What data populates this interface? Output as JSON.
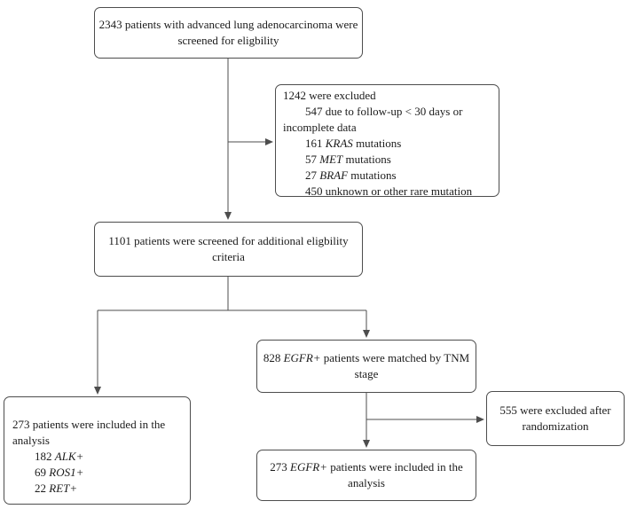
{
  "diagram": {
    "type": "patient-flow-chart",
    "colors": {
      "box_border": "#4d4d4d",
      "connector_line": "#4d4d4d",
      "text": "#1b1b1b",
      "background": "#ffffff"
    },
    "boxes": {
      "screened": {
        "lines": [
          {
            "segments": [
              {
                "text": "2343 patients with advanced lung adenocarcinoma were"
              }
            ]
          },
          {
            "segments": [
              {
                "text": "screened for eligbility"
              }
            ]
          }
        ]
      },
      "excluded": {
        "lines": [
          {
            "segments": [
              {
                "text": "1242 were excluded"
              }
            ]
          },
          {
            "indent": true,
            "segments": [
              {
                "text": "547 due to follow-up < 30 days or"
              }
            ]
          },
          {
            "segments": [
              {
                "text": "incomplete data"
              }
            ]
          },
          {
            "indent": true,
            "segments": [
              {
                "text": "161 "
              },
              {
                "text": "KRAS",
                "italic": true
              },
              {
                "text": " mutations"
              }
            ]
          },
          {
            "indent": true,
            "segments": [
              {
                "text": "57 "
              },
              {
                "text": "MET",
                "italic": true
              },
              {
                "text": " mutations"
              }
            ]
          },
          {
            "indent": true,
            "segments": [
              {
                "text": "27 "
              },
              {
                "text": "BRAF",
                "italic": true
              },
              {
                "text": " mutations"
              }
            ]
          },
          {
            "indent": true,
            "segments": [
              {
                "text": "450 unknown or other rare mutation"
              }
            ]
          }
        ]
      },
      "additional_screening": {
        "lines": [
          {
            "segments": [
              {
                "text": "1101 patients were screened for additional eligbility"
              }
            ]
          },
          {
            "segments": [
              {
                "text": "criteria"
              }
            ]
          }
        ]
      },
      "egfr_matched": {
        "lines": [
          {
            "segments": [
              {
                "text": "828 "
              },
              {
                "text": "EGFR+",
                "italic": true
              },
              {
                "text": " patients were matched by TNM"
              }
            ]
          },
          {
            "segments": [
              {
                "text": "stage"
              }
            ]
          }
        ]
      },
      "analysis_left": {
        "lines": [
          {
            "segments": [
              {
                "text": "273 patients were included in the"
              }
            ]
          },
          {
            "segments": [
              {
                "text": "analysis"
              }
            ]
          },
          {
            "indent": true,
            "segments": [
              {
                "text": "182 "
              },
              {
                "text": "ALK+",
                "italic": true
              }
            ]
          },
          {
            "indent": true,
            "segments": [
              {
                "text": "69 "
              },
              {
                "text": "ROS1+",
                "italic": true
              }
            ]
          },
          {
            "indent": true,
            "segments": [
              {
                "text": "22 "
              },
              {
                "text": "RET+",
                "italic": true
              }
            ]
          }
        ]
      },
      "excluded_randomization": {
        "lines": [
          {
            "segments": [
              {
                "text": "555 were excluded after"
              }
            ]
          },
          {
            "segments": [
              {
                "text": "randomization"
              }
            ]
          }
        ]
      },
      "egfr_analysis": {
        "lines": [
          {
            "segments": [
              {
                "text": "273 "
              },
              {
                "text": "EGFR+",
                "italic": true
              },
              {
                "text": " patients were included in the"
              }
            ]
          },
          {
            "segments": [
              {
                "text": "analysis"
              }
            ]
          }
        ]
      }
    }
  }
}
